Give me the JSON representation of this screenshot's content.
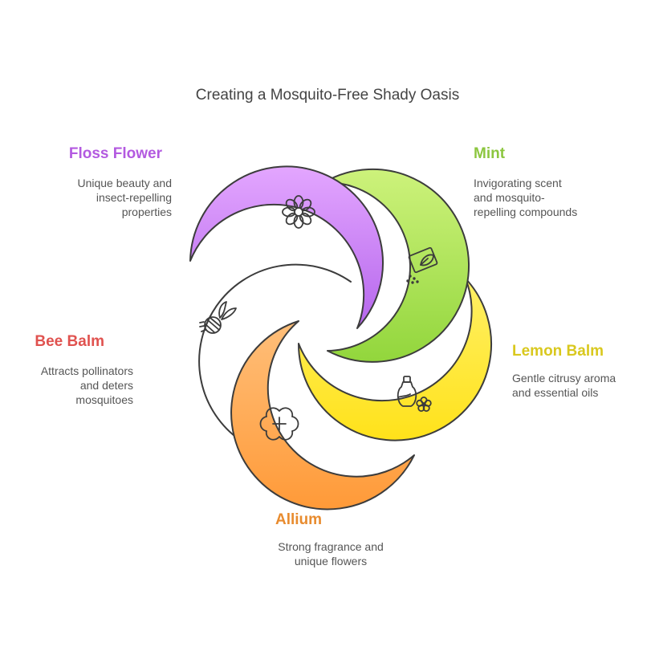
{
  "title": "Creating a Mosquito-Free Shady Oasis",
  "items": [
    {
      "name": "Floss Flower",
      "description_lines": [
        "Unique beauty and",
        "insect-repelling",
        "properties"
      ],
      "color": "#b35ae0",
      "fill_top": "#e3a6ff",
      "fill_bottom": "#b566ec",
      "icon": "flower-icon"
    },
    {
      "name": "Mint",
      "description_lines": [
        "Invigorating scent",
        "and mosquito-",
        "repelling compounds"
      ],
      "color": "#8cc63f",
      "fill_top": "#cdf27b",
      "fill_bottom": "#92d63c",
      "icon": "seed-packet-icon"
    },
    {
      "name": "Lemon Balm",
      "description_lines": [
        "Gentle citrusy aroma",
        "and essential oils"
      ],
      "color": "#d9c81e",
      "fill_top": "#fff066",
      "fill_bottom": "#ffe21a",
      "icon": "oil-bottle-flower-icon"
    },
    {
      "name": "Allium",
      "description_lines": [
        "Strong fragrance and",
        "unique flowers"
      ],
      "color": "#e88b2e",
      "fill_top": "#ffbf7a",
      "fill_bottom": "#ff9a38",
      "icon": "bloom-plus-icon"
    },
    {
      "name": "Bee Balm",
      "description_lines": [
        "Attracts pollinators",
        "and deters",
        "mosquitoes"
      ],
      "color": "#e0524f",
      "fill_top": "#ffa5a1",
      "fill_bottom": "#ff5e5e",
      "icon": "bee-icon"
    }
  ]
}
